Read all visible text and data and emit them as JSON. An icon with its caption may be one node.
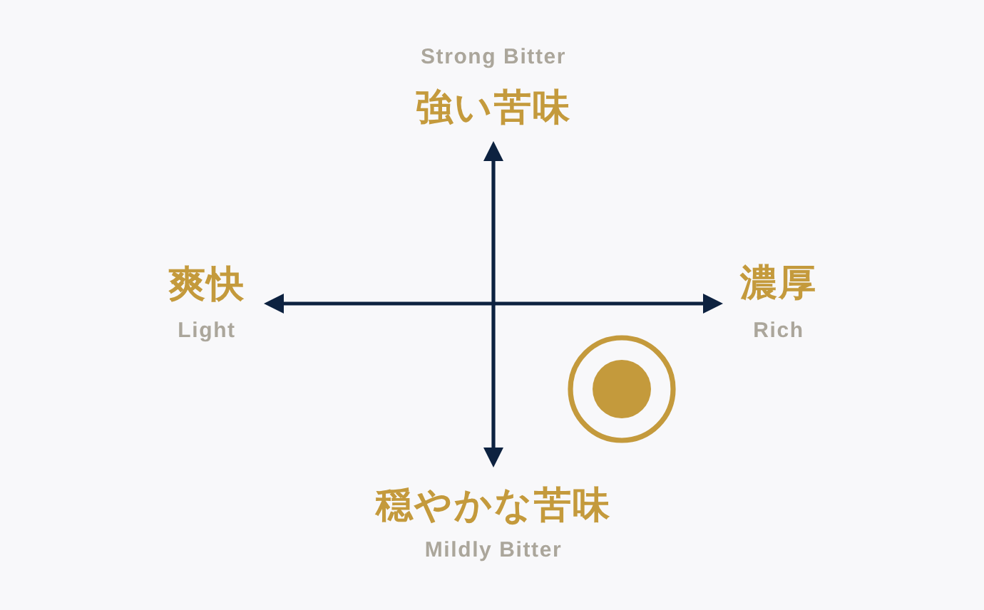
{
  "diagram": {
    "labels": [
      "Strong Bitter",
      "強い苦味",
      "爽快",
      "Light",
      "濃厚",
      "Rich",
      "穏やかな苦味",
      "Mildly Bitter"
    ]
  }
}
